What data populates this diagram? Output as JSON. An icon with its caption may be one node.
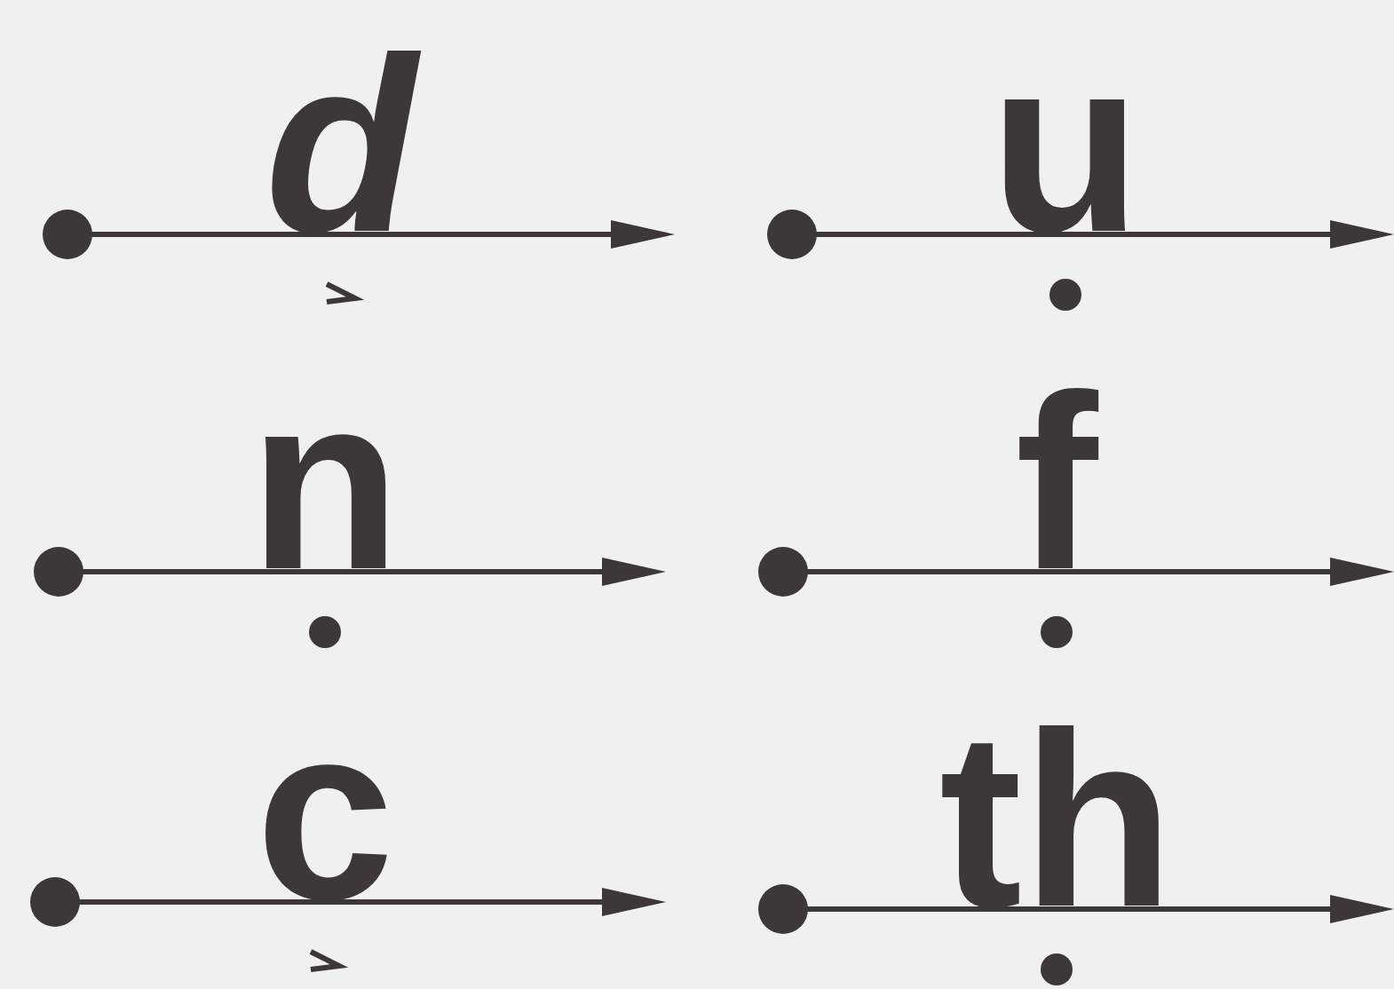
{
  "diagram": {
    "labels": [
      "d",
      "u",
      "n",
      "f",
      "c",
      "th"
    ]
  }
}
